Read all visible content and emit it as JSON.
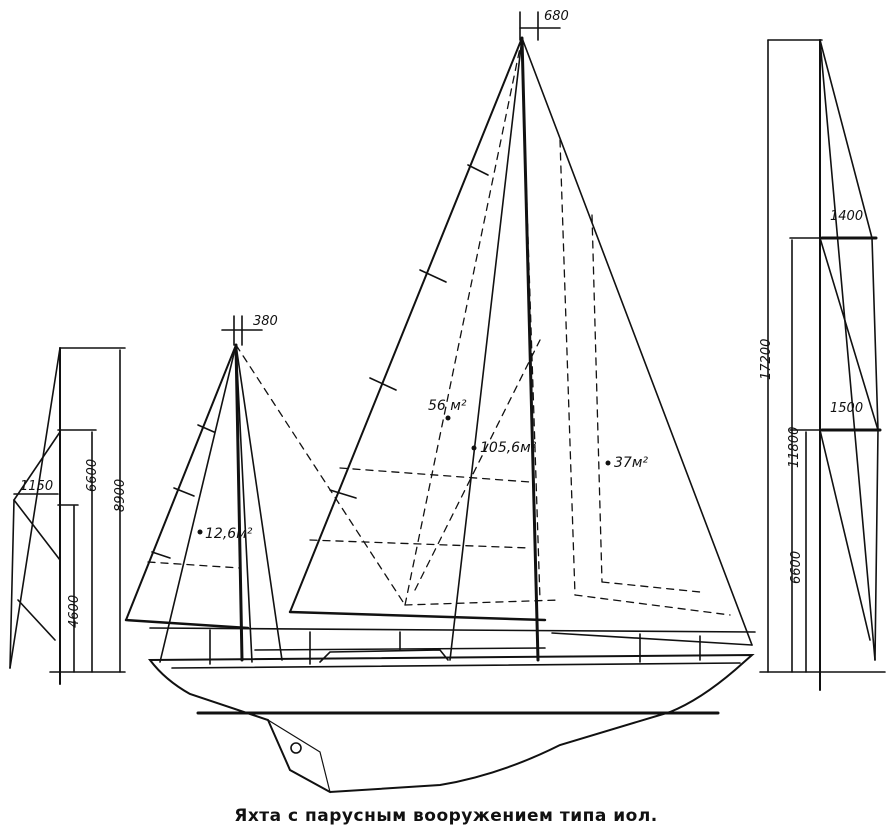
{
  "caption": "Яхта с парусным вооружением типа иол.",
  "dimensions": {
    "main_mast_top_offset": "680",
    "mizzen_top_offset": "380",
    "left_spreader": "1150",
    "left_height_a": "6600",
    "left_height_b": "8900",
    "left_height_c": "4600",
    "right_spreader_upper": "1400",
    "right_spreader_lower": "1500",
    "right_height_total": "17200",
    "right_height_mid": "11800",
    "right_height_low": "6600"
  },
  "sail_areas": {
    "mizzen": "12,6м²",
    "mainsail": "56 м²",
    "total": "105,6м²",
    "jib": "37м²"
  }
}
